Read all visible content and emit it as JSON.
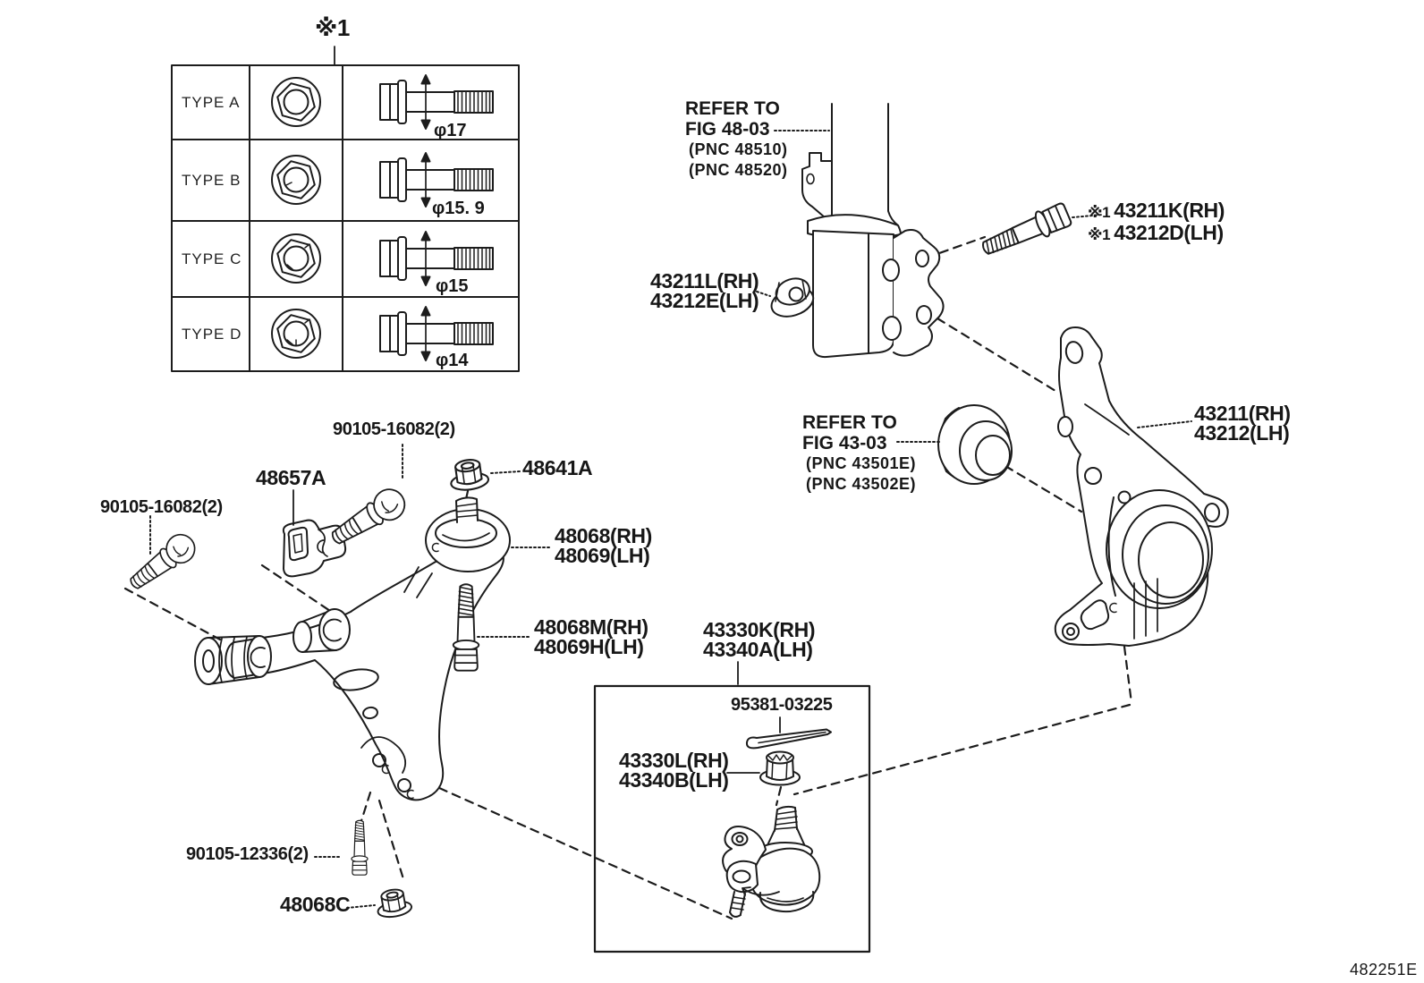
{
  "diagram": {
    "footer_code": "482251E",
    "marker_note": "※1",
    "colors": {
      "line": "#1c1c1c",
      "background": "#ffffff"
    }
  },
  "fastener_table": {
    "rows": [
      {
        "type": "TYPE A",
        "diameter": "φ17"
      },
      {
        "type": "TYPE B",
        "diameter": "φ15. 9"
      },
      {
        "type": "TYPE C",
        "diameter": "φ15"
      },
      {
        "type": "TYPE D",
        "diameter": "φ14"
      }
    ]
  },
  "notes": {
    "strut": {
      "line1": "REFER TO",
      "line2": "FIG 48-03",
      "pnc1": "(PNC 48510)",
      "pnc2": "(PNC 48520)"
    },
    "hub_bearing": {
      "line1": "REFER TO",
      "line2": "FIG 43-03",
      "pnc1": "(PNC 43501E)",
      "pnc2": "(PNC 43502E)"
    }
  },
  "labels": {
    "strut_nut": {
      "rh": "43211L(RH)",
      "lh": "43212E(LH)"
    },
    "knuckle_bolt": {
      "marker": "※1",
      "rh": "43211K(RH)",
      "lh": "43212D(LH)"
    },
    "knuckle": {
      "rh": "43211(RH)",
      "lh": "43212(LH)"
    },
    "arm_bolt_rear": "90105-16082(2)",
    "arm_bracket": "48657A",
    "arm_nut": "48641A",
    "arm_bolt_front": "90105-16082(2)",
    "control_arm": {
      "rh": "48068(RH)",
      "lh": "48069(LH)"
    },
    "arm_bolt_outer": {
      "rh": "48068M(RH)",
      "lh": "48069H(LH)"
    },
    "ball_joint": {
      "rh": "43330K(RH)",
      "lh": "43340A(LH)"
    },
    "cotter_pin": "95381-03225",
    "ball_joint_nut": {
      "rh": "43330L(RH)",
      "lh": "43340B(LH)"
    },
    "arm_bolt_lower": "90105-12336(2)",
    "arm_nut_lower": "48068C"
  }
}
